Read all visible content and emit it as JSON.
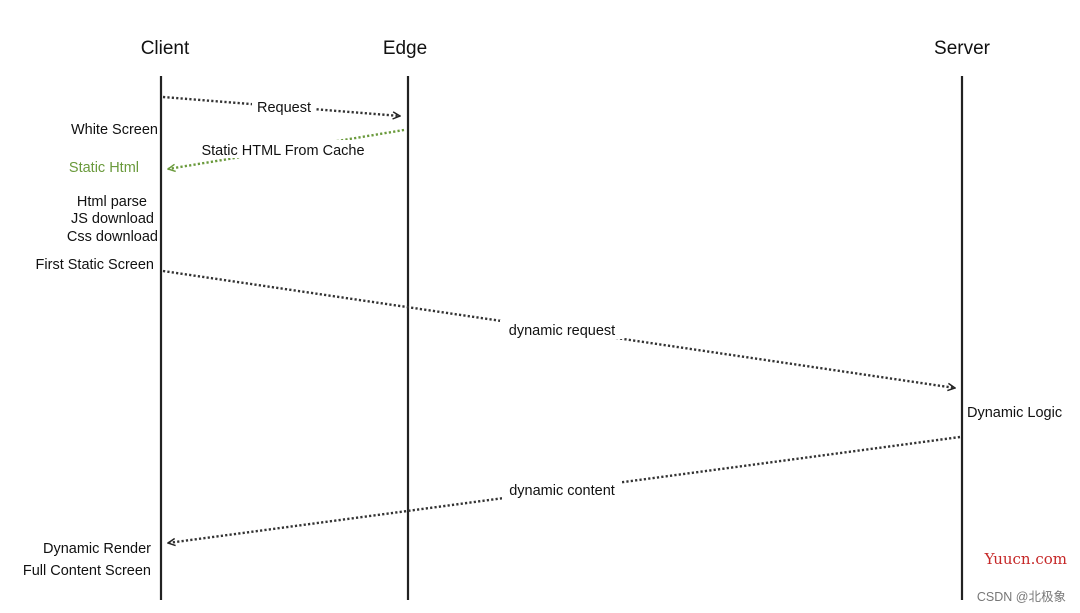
{
  "lanes": {
    "client": "Client",
    "edge": "Edge",
    "server": "Server"
  },
  "messages": {
    "request": "Request",
    "static_html_from_cache": "Static HTML From Cache",
    "dynamic_request": "dynamic request",
    "dynamic_content": "dynamic content"
  },
  "client_notes": {
    "white_screen": "White Screen",
    "static_html": "Static Html",
    "html_parse": "Html parse",
    "js_download": "JS download",
    "css_download": "Css download",
    "first_static_screen": "First Static Screen",
    "dynamic_render": "Dynamic Render",
    "full_content_screen": "Full Content Screen"
  },
  "server_notes": {
    "dynamic_logic": "Dynamic Logic"
  },
  "watermarks": {
    "site": "Yuucn.com",
    "author": "CSDN @北极象"
  },
  "colors": {
    "line": "#222222",
    "dotted_arrow": "#333333",
    "cache_arrow": "#6a9a3c",
    "cache_text": "#6a9a3c",
    "watermark_red": "#c62828"
  }
}
